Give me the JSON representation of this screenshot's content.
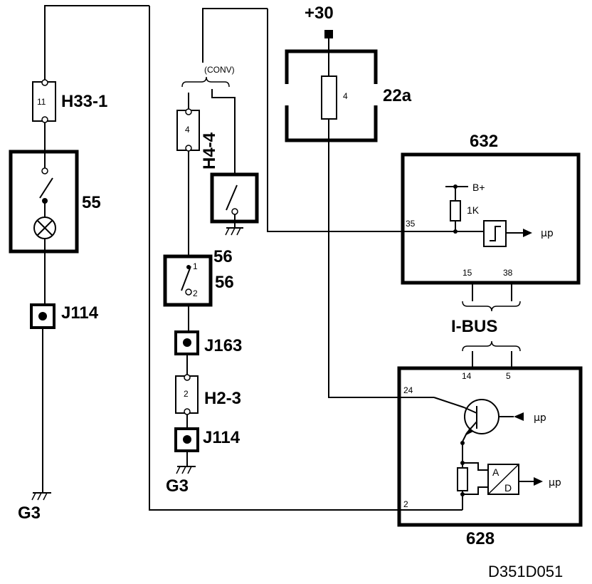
{
  "diagram": {
    "supply_label": "+30",
    "fuse_label": "22a",
    "fuse_number": "4",
    "connector_h33": "H33-1",
    "connector_h33_pin": "11",
    "lamp_switch": "55",
    "connector_j114_a": "J114",
    "ground_left": "G3",
    "conv_label": "(CONV)",
    "connector_h4": "H4-4",
    "connector_h4_pin": "4",
    "switch_56_top": "56",
    "switch_56_bottom": "56",
    "switch_56_pin1": "1",
    "switch_56_pin2": "2",
    "connector_j163": "J163",
    "connector_h2": "H2-3",
    "connector_h2_pin": "2",
    "connector_j114_b": "J114",
    "ground_mid": "G3",
    "module_632": "632",
    "module_632_bplus": "B+",
    "module_632_resistor": "1K",
    "module_632_pin35": "35",
    "module_632_mu": "µp",
    "module_632_pin15": "15",
    "module_632_pin38": "38",
    "ibus_label": "I-BUS",
    "module_628_pin14": "14",
    "module_628_pin5": "5",
    "module_628_pin24": "24",
    "module_628_pin2": "2",
    "module_628_mu_top": "µp",
    "module_628_mu_bottom": "µp",
    "adc_a": "A",
    "adc_d": "D",
    "module_628": "628",
    "drawing_id": "D351D051"
  }
}
